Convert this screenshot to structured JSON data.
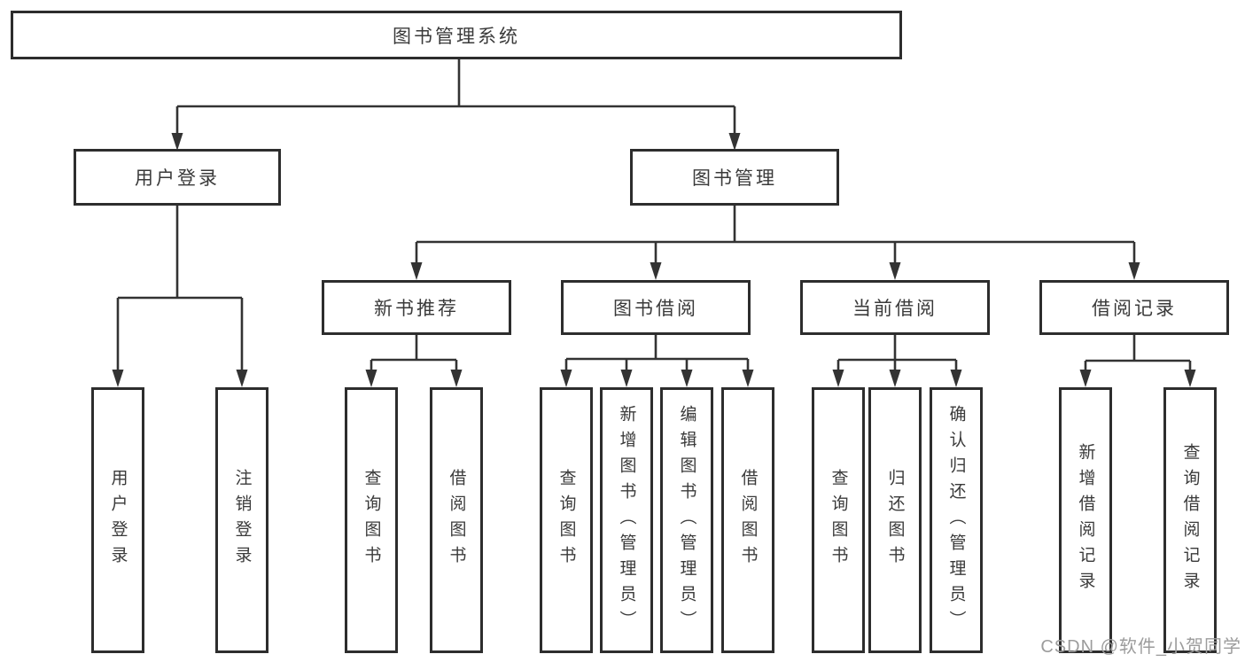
{
  "diagram": {
    "root": {
      "label": "图书管理系统"
    },
    "level2": {
      "user_login": {
        "label": "用户登录"
      },
      "book_mgmt": {
        "label": "图书管理"
      }
    },
    "level3": {
      "new_book_recommend": {
        "label": "新书推荐"
      },
      "book_borrow": {
        "label": "图书借阅"
      },
      "current_borrow": {
        "label": "当前借阅"
      },
      "borrow_records": {
        "label": "借阅记录"
      }
    },
    "leaves": {
      "user_login": "用户登录",
      "logout": "注销登录",
      "recommend_query_books": "查询图书",
      "recommend_borrow_books": "借阅图书",
      "borrow_query_books": "查询图书",
      "borrow_add_books_admin": "新增图书（管理员）",
      "borrow_edit_books_admin": "编辑图书（管理员）",
      "borrow_borrow_books": "借阅图书",
      "current_query_books": "查询图书",
      "current_return_books": "归还图书",
      "current_confirm_return_admin": "确认归还（管理员）",
      "records_add_record": "新增借阅记录",
      "records_query_record": "查询借阅记录"
    }
  },
  "watermark": {
    "text": "CSDN @软件_小贺同学"
  },
  "colors": {
    "line": "#333333",
    "border": "#2d2d2d",
    "text": "#3a3a3a",
    "watermark": "#9c9c9c",
    "background": "#ffffff"
  }
}
